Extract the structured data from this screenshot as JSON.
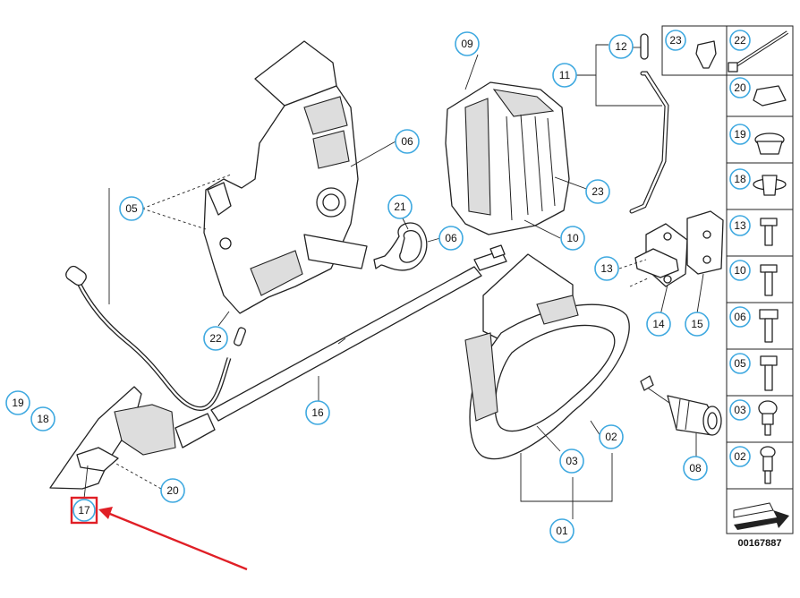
{
  "diagram": {
    "document_number": "00167887",
    "highlighted_part": "17",
    "highlight_color": "#e01f26",
    "callout_color": "#3fa9e0",
    "callouts": {
      "c09": "09",
      "c12": "12",
      "c11": "11",
      "c06a": "06",
      "c05": "05",
      "c21": "21",
      "c06b": "06",
      "c23": "23",
      "c10": "10",
      "c13": "13",
      "c14": "14",
      "c15": "15",
      "c22": "22",
      "c16": "16",
      "c02": "02",
      "c03": "03",
      "c01": "01",
      "c08": "08",
      "c19": "19",
      "c18": "18",
      "c20": "20",
      "c17": "17"
    },
    "side_panel": {
      "items": [
        {
          "label": "23"
        },
        {
          "label": "22"
        },
        {
          "label": "20"
        },
        {
          "label": "19"
        },
        {
          "label": "18"
        },
        {
          "label": "13"
        },
        {
          "label": "10"
        },
        {
          "label": "06"
        },
        {
          "label": "05"
        },
        {
          "label": "03"
        },
        {
          "label": "02"
        }
      ]
    }
  }
}
